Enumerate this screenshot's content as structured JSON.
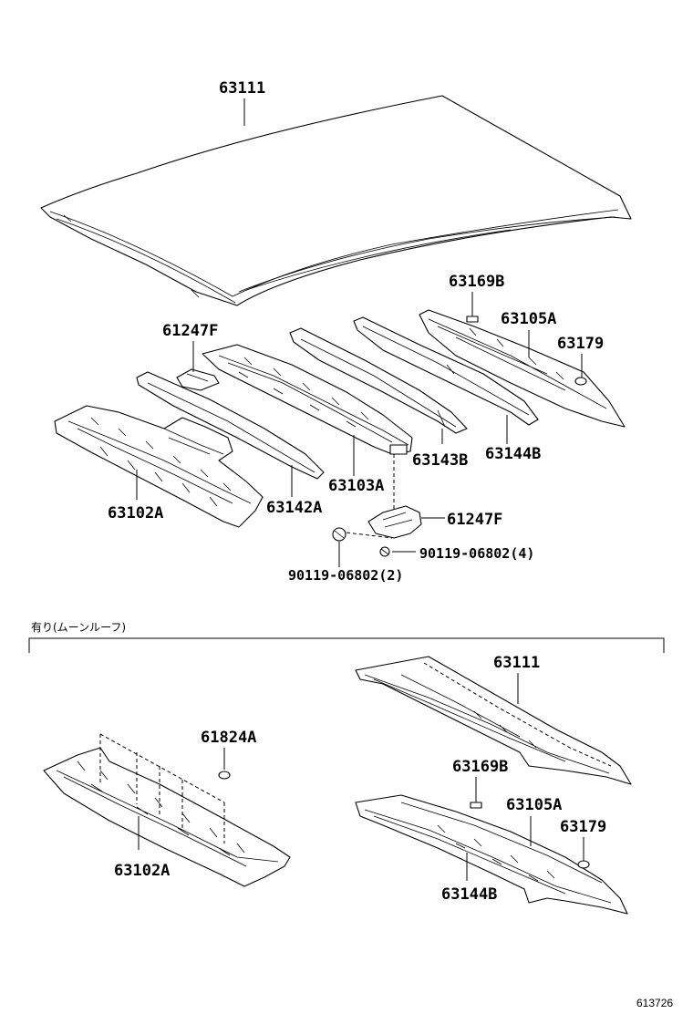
{
  "labels": {
    "top_roof_panel": "63111",
    "top_rear_drip_retainer": "63169B",
    "top_rear_rail": "63105A",
    "top_retainer_clip": "63179",
    "top_bracket_front": "61247F",
    "top_bow_143b": "63143B",
    "top_bow_144b": "63144B",
    "top_bow_103a": "63103A",
    "top_front_rail": "63102A",
    "top_bow_142a": "63142A",
    "top_bracket_right": "61247F",
    "bolt_right": "90119-06802(4)",
    "bolt_left": "90119-06802(2)",
    "moonroof_heading": "有り(ムーンルーフ)",
    "mr_roof_panel": "63111",
    "mr_drip_retainer": "63169B",
    "mr_rear_rail": "63105A",
    "mr_retainer_clip": "63179",
    "mr_bow_144b": "63144B",
    "mr_seal": "61824A",
    "mr_front_rail": "63102A",
    "figure_number": "613726"
  }
}
